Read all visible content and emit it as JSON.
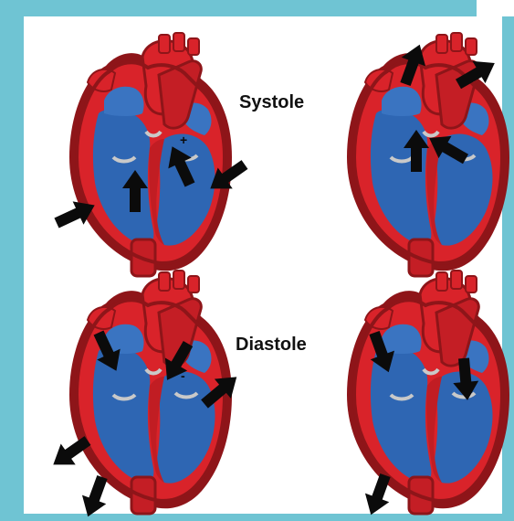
{
  "labels": {
    "systole": "Systole",
    "diastole": "Diastole"
  },
  "panels": [
    {
      "phase": "systole",
      "step": 1
    },
    {
      "phase": "systole",
      "step": 2
    },
    {
      "phase": "diastole",
      "step": 1
    },
    {
      "phase": "diastole",
      "step": 2
    }
  ],
  "colors": {
    "border": "#6fc4d3",
    "heart_red": "#d9232a",
    "heart_dark_red": "#8e1519",
    "heart_blue": "#2e66b3",
    "heart_dark_blue": "#173a77",
    "arrow": "#0b0b0b",
    "valve": "#c9c9c9"
  },
  "icons": {
    "plus": "+",
    "minus": "-"
  }
}
